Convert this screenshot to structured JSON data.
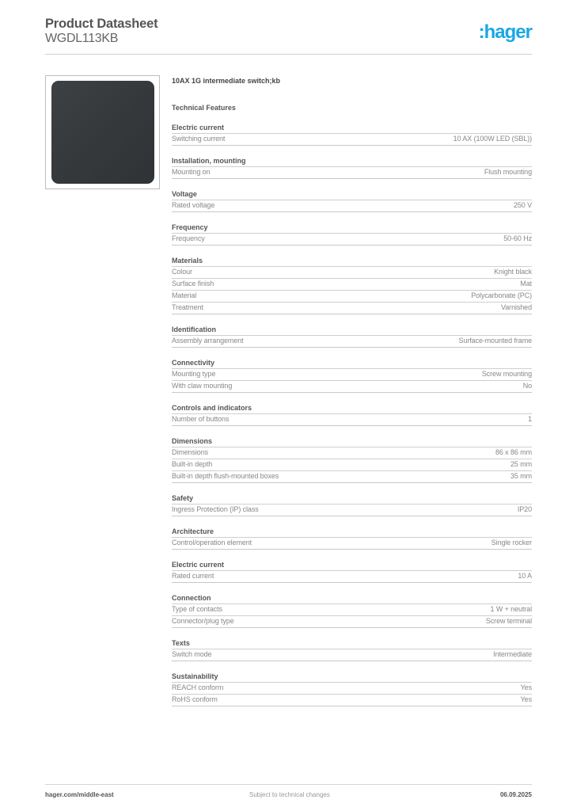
{
  "header": {
    "title": "Product Datasheet",
    "subtitle": "WGDL113KB",
    "logo_text": ":hager",
    "logo_color": "#1aa7e6"
  },
  "product": {
    "name": "10AX 1G intermediate switch;kb",
    "image_alt": "Knight black single rocker switch plate",
    "image_color": "#383c3e"
  },
  "technical_features": {
    "title": "Technical Features",
    "groups": [
      {
        "title": "Electric current",
        "rows": [
          {
            "label": "Switching current",
            "value": "10 AX (100W LED (SBL))"
          }
        ]
      },
      {
        "title": "Installation, mounting",
        "rows": [
          {
            "label": "Mounting on",
            "value": "Flush mounting"
          }
        ]
      },
      {
        "title": "Voltage",
        "rows": [
          {
            "label": "Rated voltage",
            "value": "250 V"
          }
        ]
      },
      {
        "title": "Frequency",
        "rows": [
          {
            "label": "Frequency",
            "value": "50-60 Hz"
          }
        ]
      },
      {
        "title": "Materials",
        "rows": [
          {
            "label": "Colour",
            "value": "Knight black"
          },
          {
            "label": "Surface finish",
            "value": "Mat"
          },
          {
            "label": "Material",
            "value": "Polycarbonate (PC)"
          },
          {
            "label": "Treatment",
            "value": "Varnished"
          }
        ]
      },
      {
        "title": "Identification",
        "rows": [
          {
            "label": "Assembly arrangement",
            "value": "Surface-mounted frame"
          }
        ]
      },
      {
        "title": "Connectivity",
        "rows": [
          {
            "label": "Mounting type",
            "value": "Screw mounting"
          },
          {
            "label": "With claw mounting",
            "value": "No"
          }
        ]
      },
      {
        "title": "Controls and indicators",
        "rows": [
          {
            "label": "Number of buttons",
            "value": "1"
          }
        ]
      },
      {
        "title": "Dimensions",
        "rows": [
          {
            "label": "Dimensions",
            "value": "86 x 86 mm"
          },
          {
            "label": "Built-in depth",
            "value": "25 mm"
          },
          {
            "label": "Built-in depth flush-mounted boxes",
            "value": "35 mm"
          }
        ]
      },
      {
        "title": "Safety",
        "rows": [
          {
            "label": "Ingress Protection (IP) class",
            "value": "IP20"
          }
        ]
      },
      {
        "title": "Architecture",
        "rows": [
          {
            "label": "Control/operation element",
            "value": "Single rocker"
          }
        ]
      },
      {
        "title": "Electric current",
        "rows": [
          {
            "label": "Rated current",
            "value": "10 A"
          }
        ]
      },
      {
        "title": "Connection",
        "rows": [
          {
            "label": "Type of contacts",
            "value": "1 W + neutral"
          },
          {
            "label": "Connector/plug type",
            "value": "Screw terminal"
          }
        ]
      },
      {
        "title": "Texts",
        "rows": [
          {
            "label": "Switch mode",
            "value": "Intermediate"
          }
        ]
      },
      {
        "title": "Sustainability",
        "rows": [
          {
            "label": "REACH conform",
            "value": "Yes"
          },
          {
            "label": "RoHS conform",
            "value": "Yes"
          }
        ]
      }
    ]
  },
  "footer": {
    "website": "hager.com/middle-east",
    "disclaimer": "Subject to technical changes",
    "date": "06.09.2025"
  }
}
